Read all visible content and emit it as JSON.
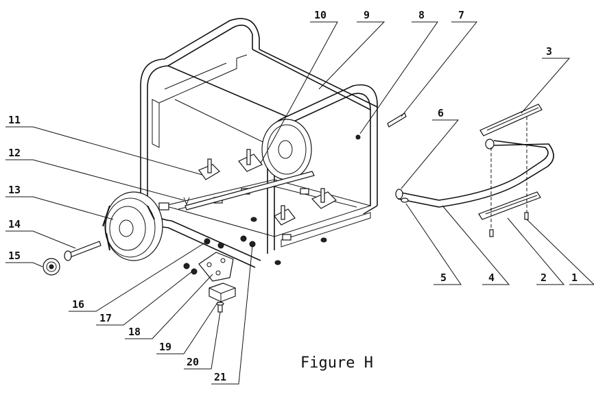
{
  "caption": "Figure H",
  "callouts": [
    {
      "id": "c1",
      "label": "1"
    },
    {
      "id": "c2",
      "label": "2"
    },
    {
      "id": "c3",
      "label": "3"
    },
    {
      "id": "c4",
      "label": "4"
    },
    {
      "id": "c5",
      "label": "5"
    },
    {
      "id": "c6",
      "label": "6"
    },
    {
      "id": "c7",
      "label": "7"
    },
    {
      "id": "c8",
      "label": "8"
    },
    {
      "id": "c9",
      "label": "9"
    },
    {
      "id": "c10",
      "label": "10"
    },
    {
      "id": "c11",
      "label": "11"
    },
    {
      "id": "c12",
      "label": "12"
    },
    {
      "id": "c13",
      "label": "13"
    },
    {
      "id": "c14",
      "label": "14"
    },
    {
      "id": "c15",
      "label": "15"
    },
    {
      "id": "c16",
      "label": "16"
    },
    {
      "id": "c17",
      "label": "17"
    },
    {
      "id": "c18",
      "label": "18"
    },
    {
      "id": "c19",
      "label": "19"
    },
    {
      "id": "c20",
      "label": "20"
    },
    {
      "id": "c21",
      "label": "21"
    }
  ]
}
